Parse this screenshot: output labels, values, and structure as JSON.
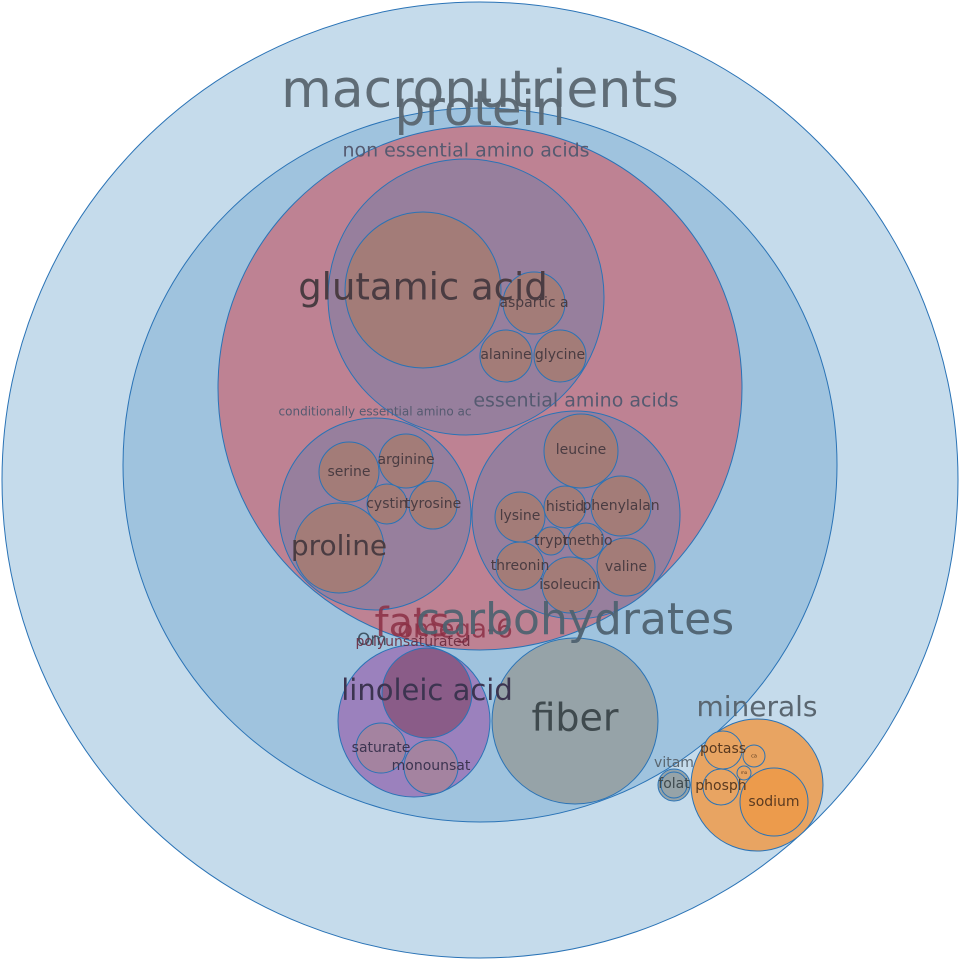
{
  "colors": {
    "stroke": "#2a73b6",
    "macronutrients": "#c5dbeb",
    "protein": "#9fc3de",
    "amino_acids": "#be8293",
    "amino_group": "#977f9d",
    "amino_leaf": "#a37c78",
    "fats": "#9b81bd",
    "linoleic": "#8a5c88",
    "fat_leaf": "#a483a0",
    "fiber": "#96a3a8",
    "vitamins": "#96a3a8",
    "minerals": "#e8a462",
    "sodium": "#ec9b4c"
  },
  "labels": {
    "macronutrients": "macronutrients",
    "protein": "protein",
    "non_essential": "non essential amino acids",
    "glutamic_acid": "glutamic acid",
    "aspartic": "aspartic a",
    "alanine": "alanine",
    "glycine": "glycine",
    "conditionally": "conditionally essential amino ac",
    "serine": "serine",
    "arginine": "arginine",
    "cystine": "cystin",
    "tyrosine": "tyrosine",
    "proline": "proline",
    "essential": "essential amino acids",
    "leucine": "leucine",
    "lysine": "lysine",
    "histidine": "histid",
    "phenylalanine": "phenylalan",
    "tryptophan": "trypt",
    "methionine": "methio",
    "threonine": "threonin",
    "valine": "valine",
    "isoleucine": "isoleucin",
    "fats": "fats",
    "omega6": "omega-6",
    "omega3": "Om",
    "polyunsaturated": "polyunsaturated",
    "carbohydrates": "carbohydrates",
    "linoleic": "linoleic acid",
    "saturated": "saturate",
    "monounsaturated": "monounsat",
    "fiber": "fiber",
    "vitamins": "vitam",
    "folate": "folat",
    "minerals": "minerals",
    "potassium": "potass",
    "phosphorus": "phosph",
    "sodium": "sodium",
    "calcium": "ca",
    "magnesium": "ma"
  }
}
